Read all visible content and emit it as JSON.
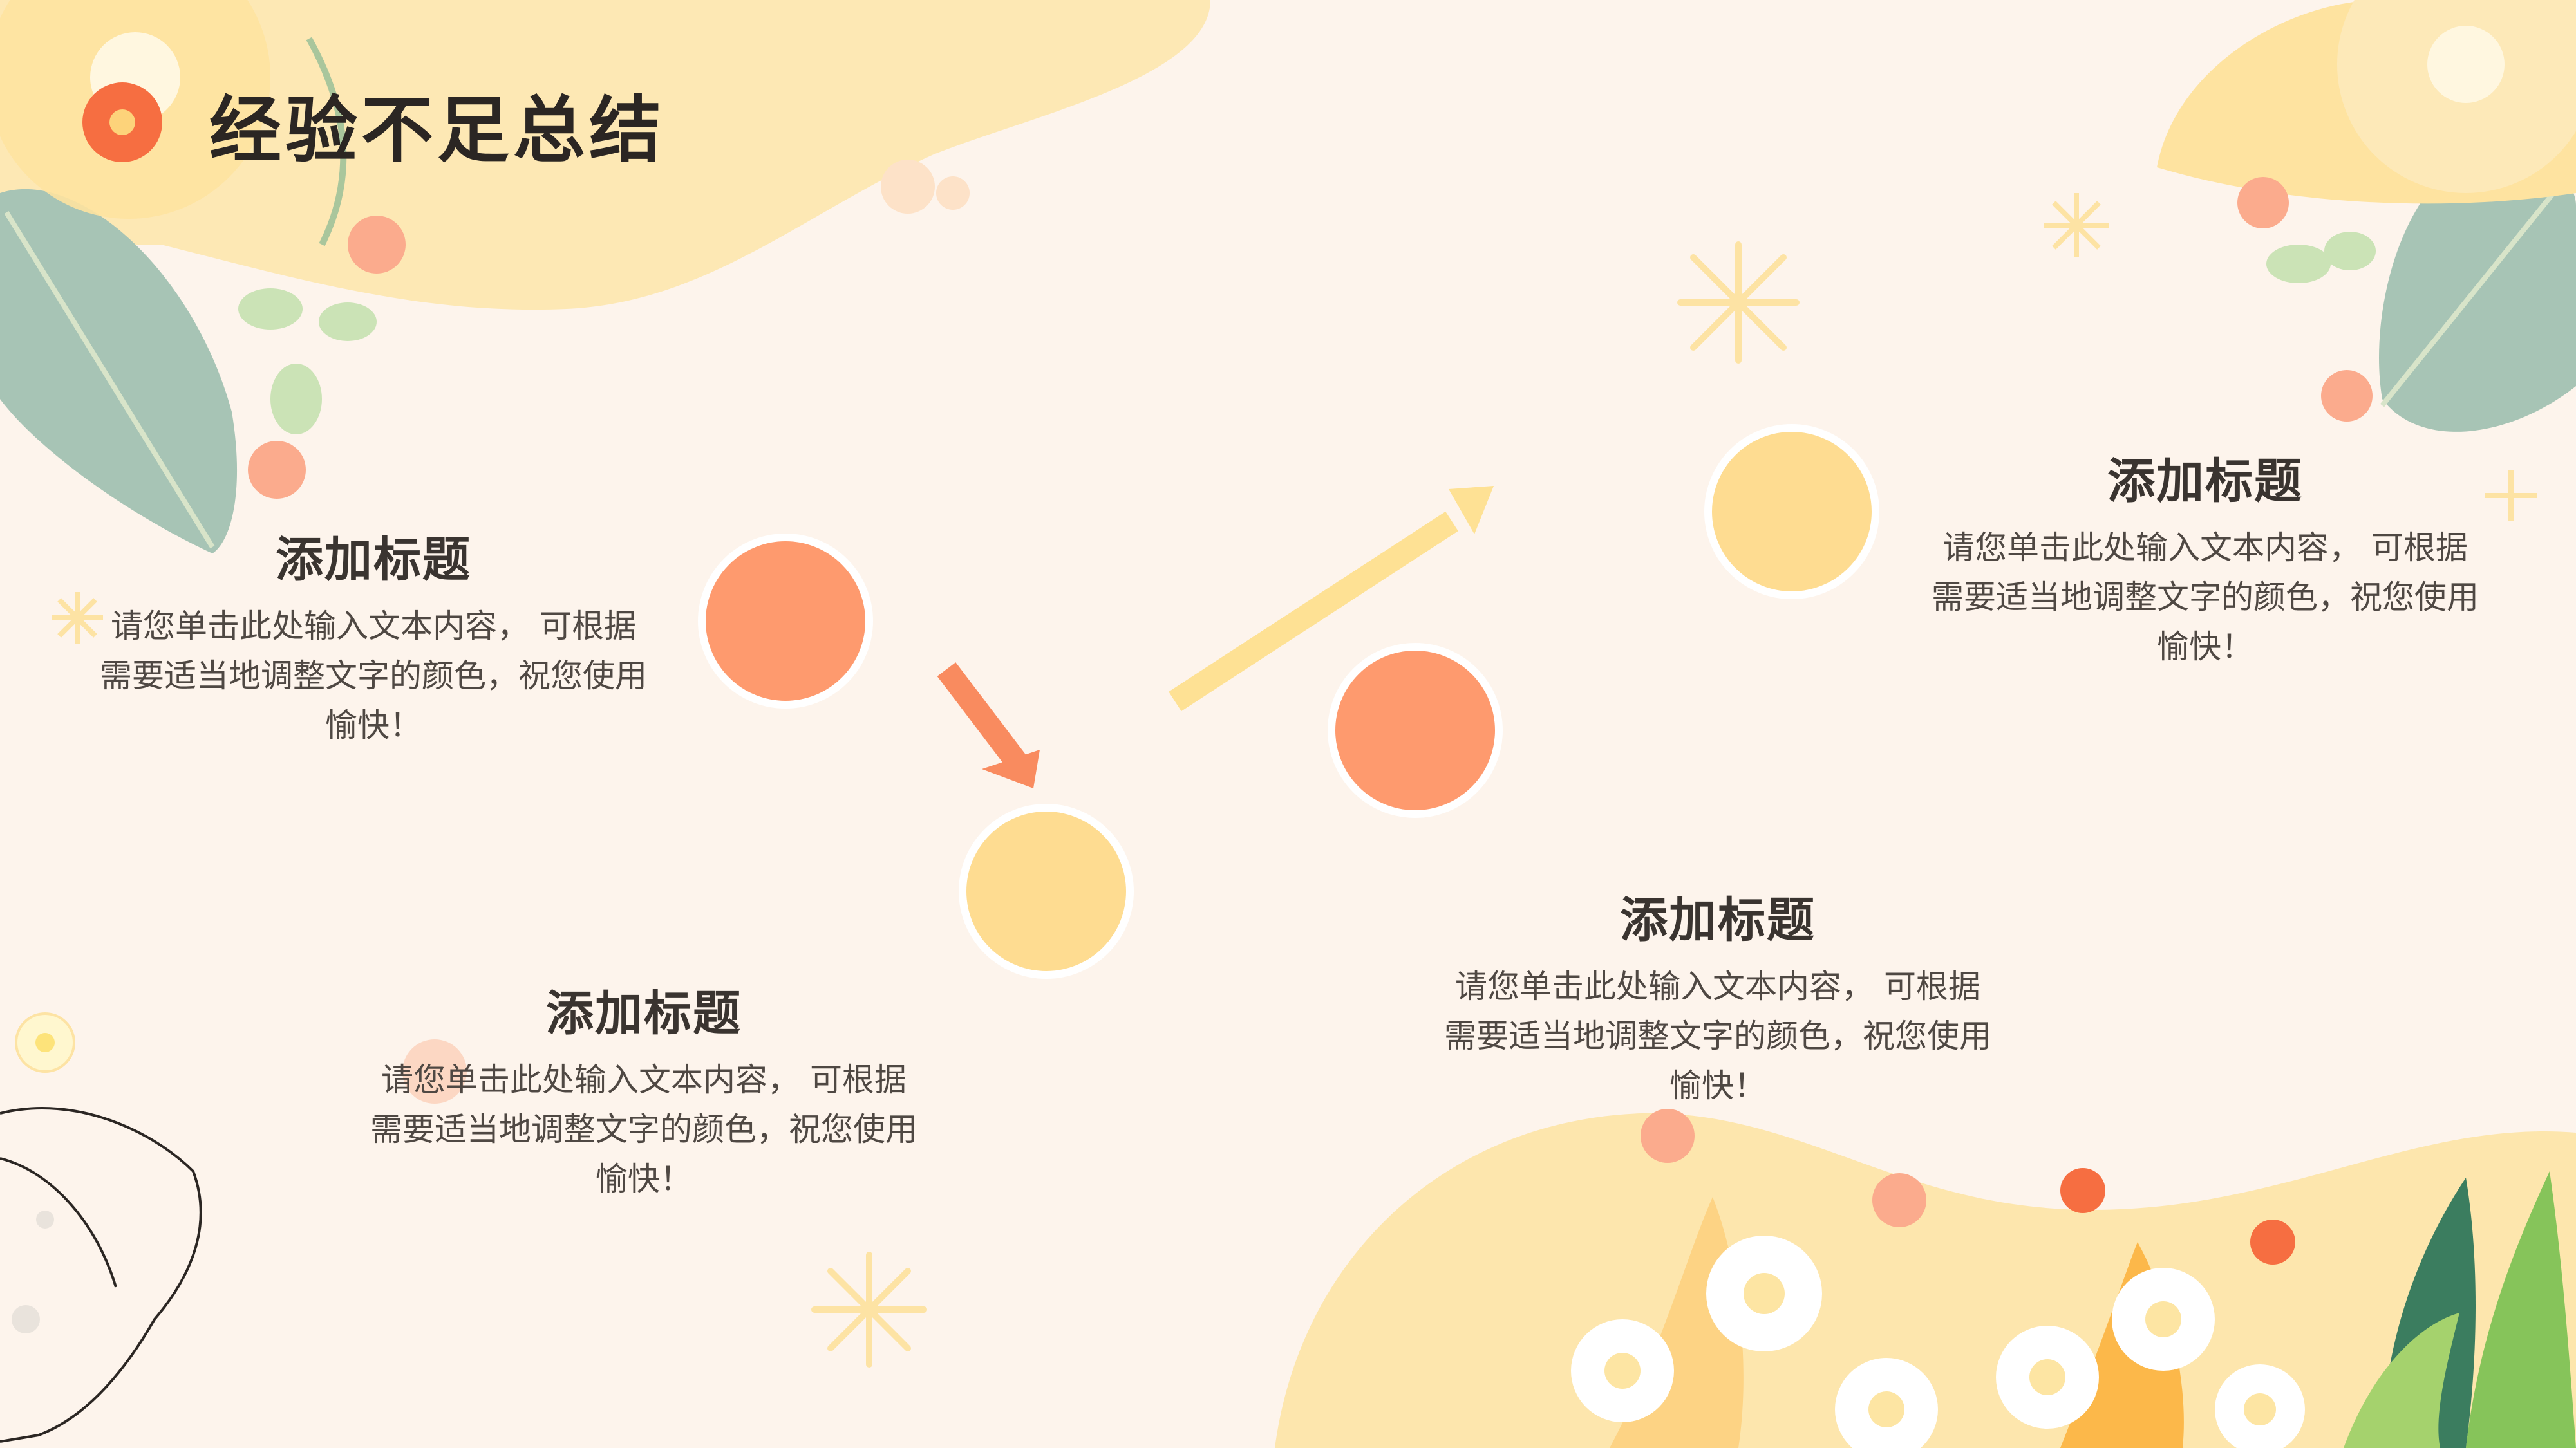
{
  "title": "经验不足总结",
  "blocks": [
    {
      "heading": "添加标题",
      "body": "请您单击此处输入文本内容， 可根据需要适当地调整文字的颜色，祝您使用愉快！"
    },
    {
      "heading": "添加标题",
      "body": "请您单击此处输入文本内容， 可根据需要适当地调整文字的颜色，祝您使用愉快！"
    },
    {
      "heading": "添加标题",
      "body": "请您单击此处输入文本内容， 可根据需要适当地调整文字的颜色，祝您使用愉快！"
    },
    {
      "heading": "添加标题",
      "body": "请您单击此处输入文本内容， 可根据需要适当地调整文字的颜色，祝您使用愉快！"
    }
  ],
  "colors": {
    "background": "#fdf4ec",
    "coral": "#fe9a6e",
    "yellow": "#fedc91",
    "arrow_coral": "#f98b5f",
    "arrow_yellow": "#fee194"
  }
}
